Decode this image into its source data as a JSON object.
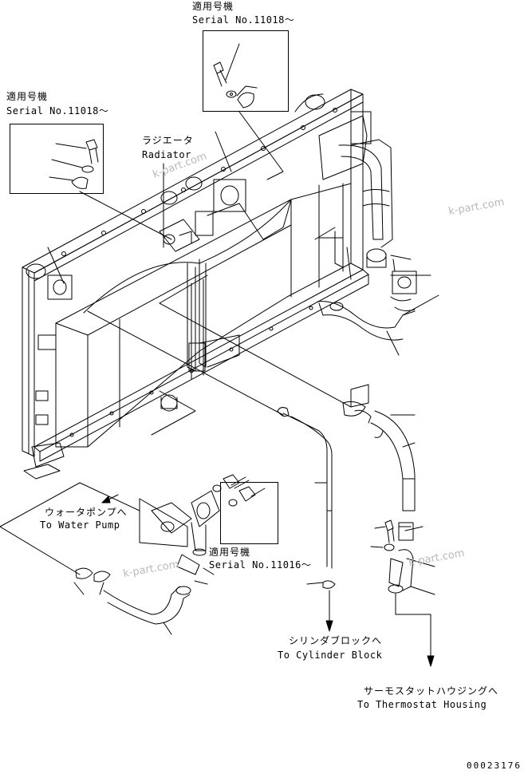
{
  "serial_boxes": [
    {
      "title": "適用号機",
      "serial": "Serial No.11018～"
    },
    {
      "title": "適用号機",
      "serial": "Serial No.11018～"
    },
    {
      "title": "適用号機",
      "serial": "Serial No.11016～"
    }
  ],
  "labels": {
    "radiator_jp": "ラジエータ",
    "radiator_en": "Radiator",
    "water_pump_jp": "ウォータポンプへ",
    "water_pump_en": "To Water Pump",
    "cylinder_jp": "シリンダブロックへ",
    "cylinder_en": "To Cylinder Block",
    "thermostat_jp": "サーモスタットハウジングへ",
    "thermostat_en": "To Thermostat Housing"
  },
  "watermarks": [
    "k-part.com",
    "k-part.com",
    "k-part.com",
    "k-part.com"
  ],
  "drawing_number": "00023176",
  "colors": {
    "line": "#000000",
    "watermark": "#b9b9b9",
    "background": "#ffffff"
  }
}
